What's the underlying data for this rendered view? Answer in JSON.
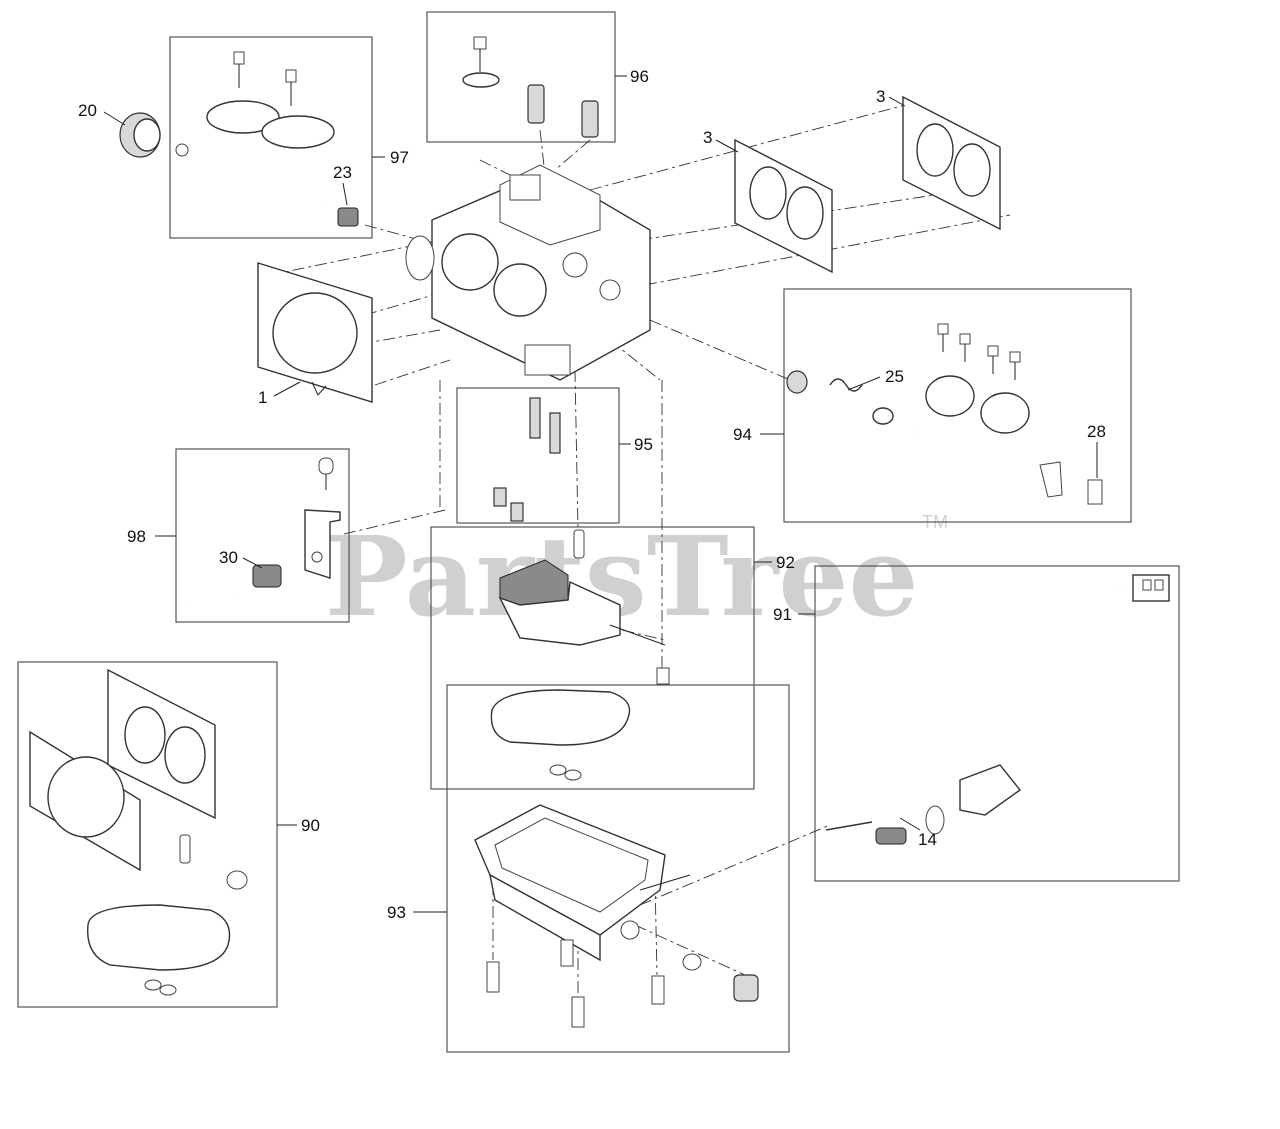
{
  "watermark": {
    "text": "PartsTree",
    "tm": "TM"
  },
  "callouts": {
    "c1": "1",
    "c3a": "3",
    "c3b": "3",
    "c14": "14",
    "c20": "20",
    "c23": "23",
    "c25": "25",
    "c28": "28",
    "c30": "30",
    "c90": "90",
    "c91": "91",
    "c92": "92",
    "c93": "93",
    "c94": "94",
    "c95": "95",
    "c96": "96",
    "c97": "97",
    "c98": "98"
  }
}
